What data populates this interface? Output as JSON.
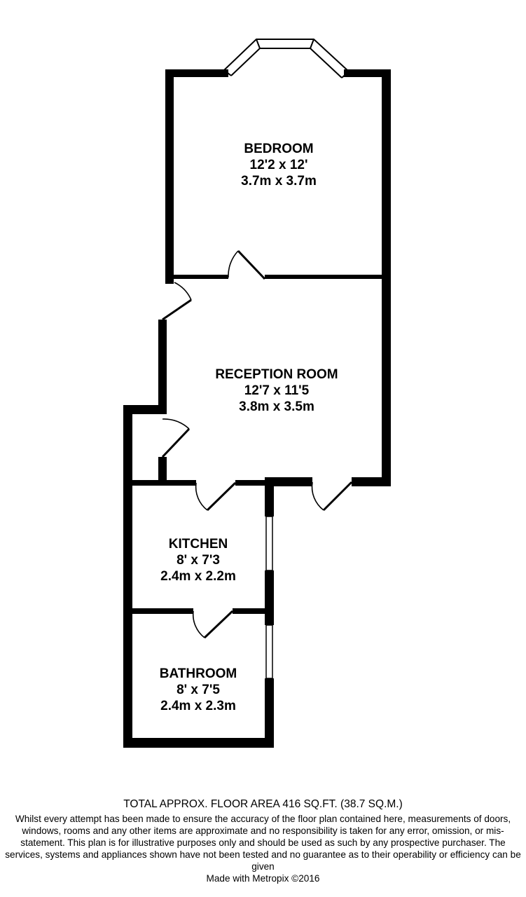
{
  "rooms": {
    "bedroom": {
      "name": "BEDROOM",
      "imperial": "12'2 x 12'",
      "metric": "3.7m x 3.7m"
    },
    "reception": {
      "name": "RECEPTION ROOM",
      "imperial": "12'7 x 11'5",
      "metric": "3.8m x 3.5m"
    },
    "kitchen": {
      "name": "KITCHEN",
      "imperial": "8' x 7'3",
      "metric": "2.4m x 2.2m"
    },
    "bathroom": {
      "name": "BATHROOM",
      "imperial": "8' x 7'5",
      "metric": "2.4m x 2.3m"
    }
  },
  "footer": {
    "total_area": "TOTAL APPROX. FLOOR AREA 416 SQ.FT. (38.7 SQ.M.)",
    "disclaimer": "Whilst every attempt has been made to ensure the accuracy of the floor plan contained here, measurements of doors, windows, rooms and any other items are approximate and no responsibility is taken for any error, omission, or mis-statement. This plan is for illustrative purposes only and should be used as such by any prospective purchaser. The services, systems and appliances shown have not been tested and no guarantee as to their operability or efficiency can be given",
    "credit": "Made with Metropix ©2016"
  },
  "colors": {
    "wall": "#000000",
    "background": "#ffffff"
  }
}
